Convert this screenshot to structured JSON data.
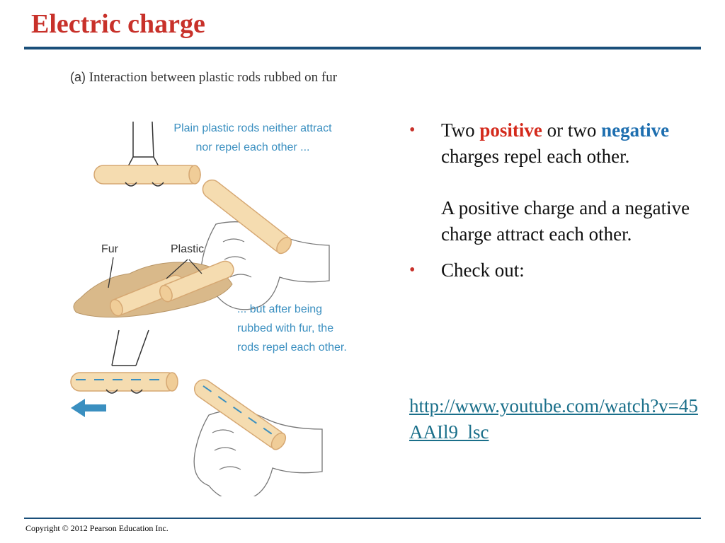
{
  "slide": {
    "title": "Electric charge",
    "footer": "Copyright © 2012 Pearson Education Inc."
  },
  "figure": {
    "caption_tag": "(a)",
    "caption_text": "Interaction between plastic rods rubbed on fur",
    "note_1": "Plain plastic rods neither attract nor repel each other ...",
    "label_fur": "Fur",
    "label_plastic": "Plastic",
    "note_2": "... but after being rubbed with fur, the rods repel each other."
  },
  "bullets": {
    "b1_pre": "Two ",
    "b1_positive": "positive",
    "b1_mid": " or two ",
    "b1_negative": "negative",
    "b1_post": " charges repel each other.",
    "b1_para2": "A positive charge and a negative charge attract each other.",
    "b2": "Check out:",
    "marker": "•"
  },
  "link": {
    "url": "http://www.youtube.com/watch?v=45AAIl9_lsc"
  },
  "colors": {
    "title": "#c8312a",
    "rule": "#1a4f7a",
    "positive": "#d42a1c",
    "negative": "#1e6fb0",
    "link": "#1a6f8a",
    "figure_note": "#3a8fc0",
    "rod_fill": "#f5dcb0"
  }
}
